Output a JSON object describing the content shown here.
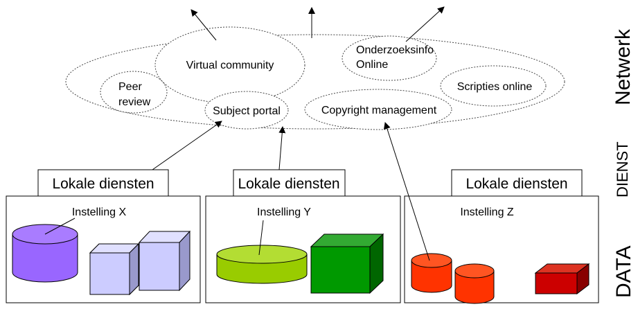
{
  "network": {
    "services": {
      "virtual_community": "Virtual community",
      "onderzoeksinfo_line1": "Onderzoeksinfo",
      "onderzoeksinfo_line2": "Online",
      "scripties": "Scripties online",
      "peer_review_line1": "Peer",
      "peer_review_line2": "review",
      "subject_portal": "Subject portal",
      "copyright": "Copyright management"
    }
  },
  "institutions": [
    {
      "service_label": "Lokale  diensten",
      "name": "Instelling X"
    },
    {
      "service_label": "Lokale diensten",
      "name": "Instelling Y"
    },
    {
      "service_label": "Lokale diensten",
      "name": "Instelling Z"
    }
  ],
  "layers": {
    "network": "Netwerk",
    "service": "DIENST",
    "data": "DATA"
  },
  "colors": {
    "cylinder_purple": "#9966ff",
    "cube_lavender": "#ccccff",
    "cylinder_green": "#99cc00",
    "cube_green": "#009900",
    "cylinder_red": "#ff3300",
    "cube_red": "#cc0000"
  }
}
